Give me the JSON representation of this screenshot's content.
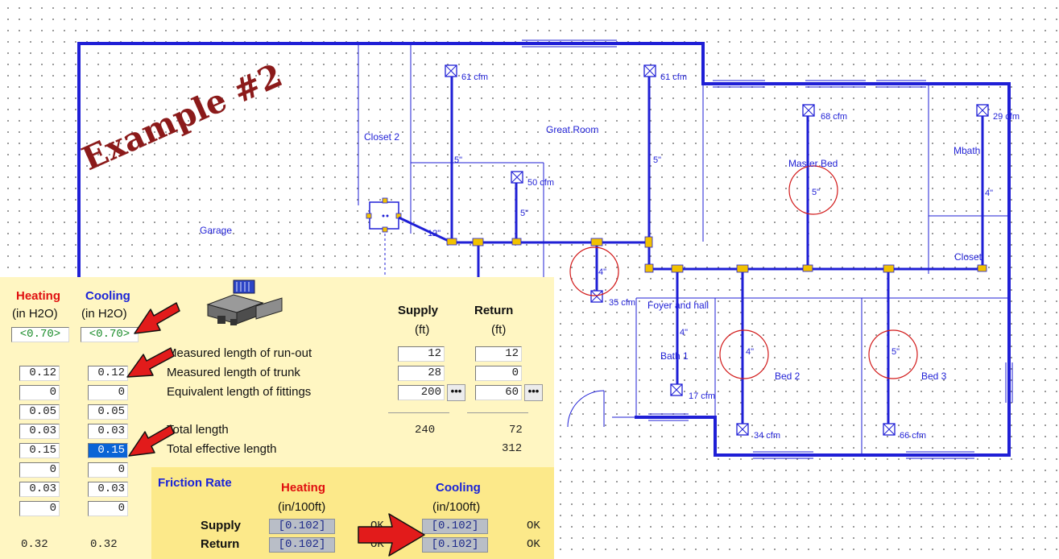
{
  "example_title": "Example #2",
  "floorplan": {
    "rooms": {
      "garage": "Garage",
      "closet2": "Closet 2",
      "great_room": "Great Room",
      "master_bed": "Master Bed",
      "mbath": "Mbath",
      "closet": "Closet",
      "foyer": "Foyer and hall",
      "bath1": "Bath 1",
      "bed2": "Bed 2",
      "bed3": "Bed 3"
    },
    "registers": {
      "r1": "61 cfm",
      "r2": "61 cfm",
      "r3": "50 cfm",
      "r4": "68 cfm",
      "r5": "29 cfm",
      "r6": "35 cfm",
      "r7": "17 cfm",
      "r8": "34 cfm",
      "r9": "66 cfm"
    },
    "duct_sizes": {
      "d1": "5\"",
      "d2": "5\"",
      "d3": "5\"",
      "d4": "5\"",
      "d5": "4\"",
      "d6": "4\"",
      "d7": "4\"",
      "d8": "4\"",
      "d9": "5\"",
      "trunk": "12\""
    }
  },
  "left_panel": {
    "heating_label": "Heating",
    "cooling_label": "Cooling",
    "unit": "(in H2O)",
    "heating_available": "<0.70>",
    "cooling_available": "<0.70>",
    "heating_values": [
      "0.12",
      "0",
      "0.05",
      "0.03",
      "0.15",
      "0",
      "0.03",
      "0"
    ],
    "cooling_values": [
      "0.12",
      "0",
      "0.05",
      "0.03",
      "0.15",
      "0",
      "0.03",
      "0"
    ],
    "heating_total": "0.32",
    "cooling_total": "0.32"
  },
  "lengths_panel": {
    "supply_label": "Supply",
    "return_label": "Return",
    "unit": "(ft)",
    "rows": {
      "runout": "Measured length of run-out",
      "trunk": "Measured length of trunk",
      "fittings": "Equivalent length of fittings"
    },
    "supply": {
      "runout": "12",
      "trunk": "28",
      "fittings": "200"
    },
    "return": {
      "runout": "12",
      "trunk": "0",
      "fittings": "60"
    },
    "ellipsis": "•••",
    "total_length_label": "Total length",
    "total_effective_label": "Total effective length",
    "supply_total": "240",
    "return_total": "72",
    "total_effective": "312"
  },
  "friction_panel": {
    "title": "Friction Rate",
    "heating_label": "Heating",
    "cooling_label": "Cooling",
    "unit": "(in/100ft)",
    "supply_label": "Supply",
    "return_label": "Return",
    "heating_supply": "[0.102]",
    "heating_return": "[0.102]",
    "cooling_supply": "[0.102]",
    "cooling_return": "[0.102]",
    "heating_supply_status": "OK",
    "heating_return_status": "OK",
    "cooling_supply_status": "OK",
    "cooling_return_status": "OK"
  },
  "colors": {
    "duct": "#1f1fd6",
    "fitting": "#f2c200",
    "panel_bg": "#fff6c2",
    "friction_bg": "#fce98a",
    "arrow": "#e21b1b",
    "title": "#8b1a1a"
  },
  "icons": [
    "equipment-icon",
    "ellipsis-icon",
    "callout-arrow"
  ]
}
